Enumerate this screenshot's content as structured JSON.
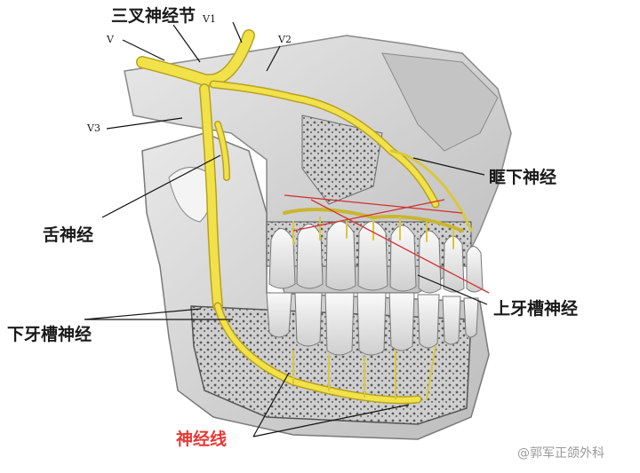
{
  "labels": {
    "trigeminal_ganglion": "三叉神经节",
    "v1": "V1",
    "v": "V",
    "v2": "V2",
    "v3": "V3",
    "infraorbital_nerve": "眶下神经",
    "lingual_nerve": "舌神经",
    "superior_alveolar_nerve": "上牙槽神经",
    "inferior_alveolar_nerve": "下牙槽神经",
    "nerve_line": "神经线"
  },
  "watermark": "@郭军正颌外科",
  "colors": {
    "nerve": "#f2e24a",
    "nerve_outline": "#b8a020",
    "bone": "#d9d9d9",
    "bone_dark": "#9e9e9e",
    "red_line": "#d32f2f",
    "nerve_line_label": "#e53935"
  }
}
